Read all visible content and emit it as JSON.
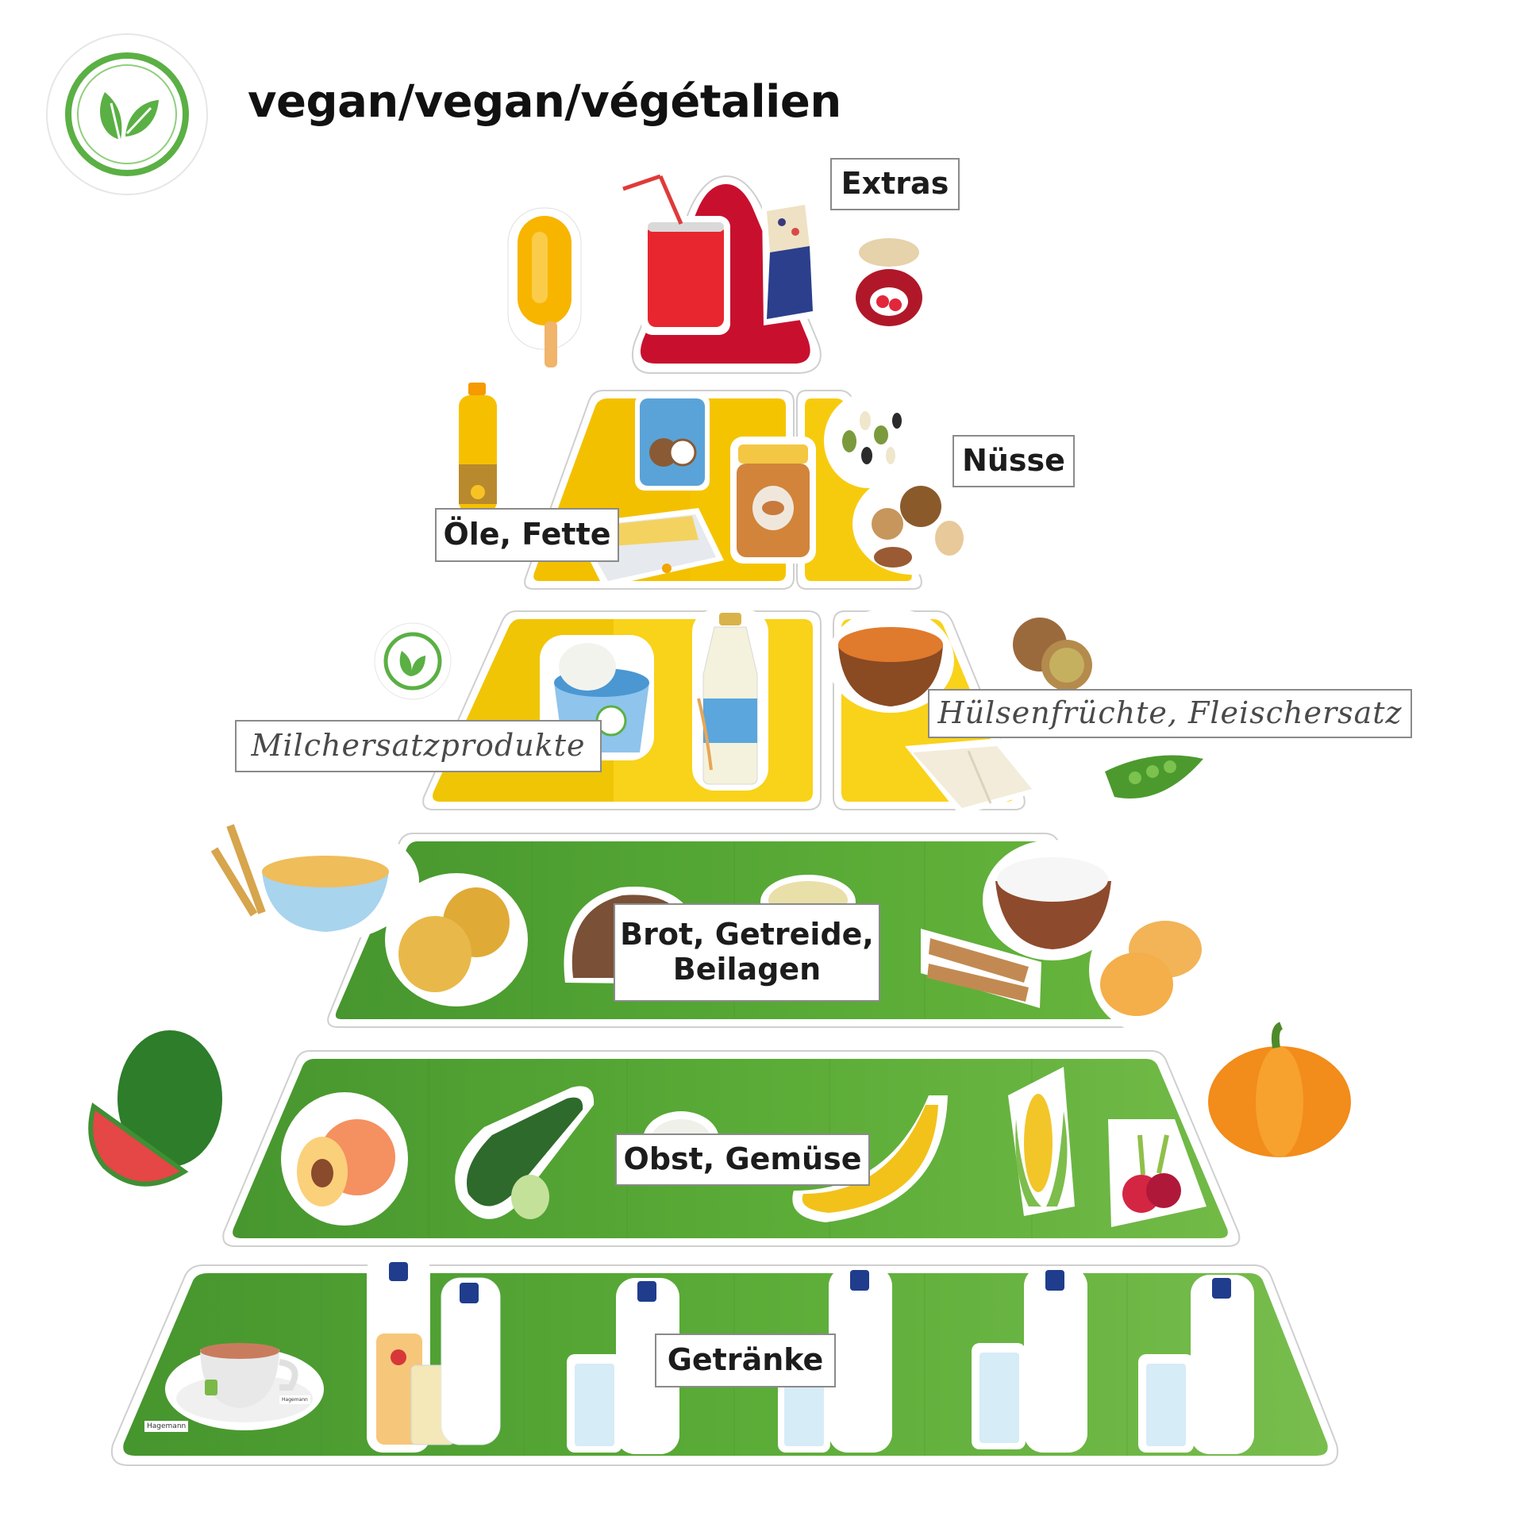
{
  "header": {
    "title": "vegan/vegan/végétalien",
    "logo_icon": "vegan-leaf-badge-icon"
  },
  "colors": {
    "extras_red": "#c8102e",
    "fats_yellow": "#f5c400",
    "fats_yellow_light": "#f9d21a",
    "grain_green_dark": "#4a9a32",
    "grain_green": "#5bab36",
    "fruit_green": "#5cae38",
    "drinks_green": "#4e9e30",
    "badge_green": "#5ab044"
  },
  "pyramid": {
    "levels": [
      {
        "id": "extras",
        "label": "Extras",
        "color": "#c8102e",
        "items": [
          "popsicle-icon",
          "soda-can-icon",
          "cereal-bar-icon",
          "jam-jar-icon"
        ]
      },
      {
        "id": "fats",
        "label": "Öle, Fette",
        "color": "#f5c400",
        "items": [
          "oil-bottle-icon",
          "coconut-milk-can-icon",
          "margarine-tub-icon",
          "peanut-butter-jar-icon"
        ]
      },
      {
        "id": "nuts",
        "label": "Nüsse",
        "color": "#f5c400",
        "items": [
          "seeds-mix-icon",
          "walnut-almond-hazelnut-icon"
        ]
      },
      {
        "id": "dairy-alternatives",
        "label": "Milchersatzprodukte",
        "color": "#f5c400",
        "items": [
          "vegan-badge-icon",
          "plant-yogurt-icon",
          "oat-milk-bottle-icon"
        ]
      },
      {
        "id": "legumes",
        "label": "Hülsenfrüchte, Fleischersatz",
        "color": "#f5c400",
        "items": [
          "lentil-bowl-icon",
          "falafel-icon",
          "tofu-icon",
          "pea-pod-icon"
        ]
      },
      {
        "id": "grains",
        "label_line1": "Brot, Getreide,",
        "label_line2": "Beilagen",
        "color": "#5bab36",
        "items": [
          "oat-bowl-wheat-icon",
          "potatoes-icon",
          "bread-loaf-icon",
          "couscous-icon",
          "penne-pasta-icon",
          "rice-bowl-icon",
          "bread-rolls-icon"
        ]
      },
      {
        "id": "fruit-veg",
        "label": "Obst, Gemüse",
        "color": "#5cae38",
        "items": [
          "watermelon-icon",
          "peach-icon",
          "cucumber-icon",
          "cauliflower-icon",
          "banana-icon",
          "corn-icon",
          "radish-icon",
          "pumpkin-icon"
        ]
      },
      {
        "id": "drinks",
        "label": "Getränke",
        "color": "#4e9e30",
        "items": [
          "tea-cup-icon",
          "apple-juice-bottle-icon",
          "water-bottle-icon",
          "water-glass-icon"
        ]
      }
    ]
  },
  "branding": {
    "small_logo": "Hagemann"
  }
}
